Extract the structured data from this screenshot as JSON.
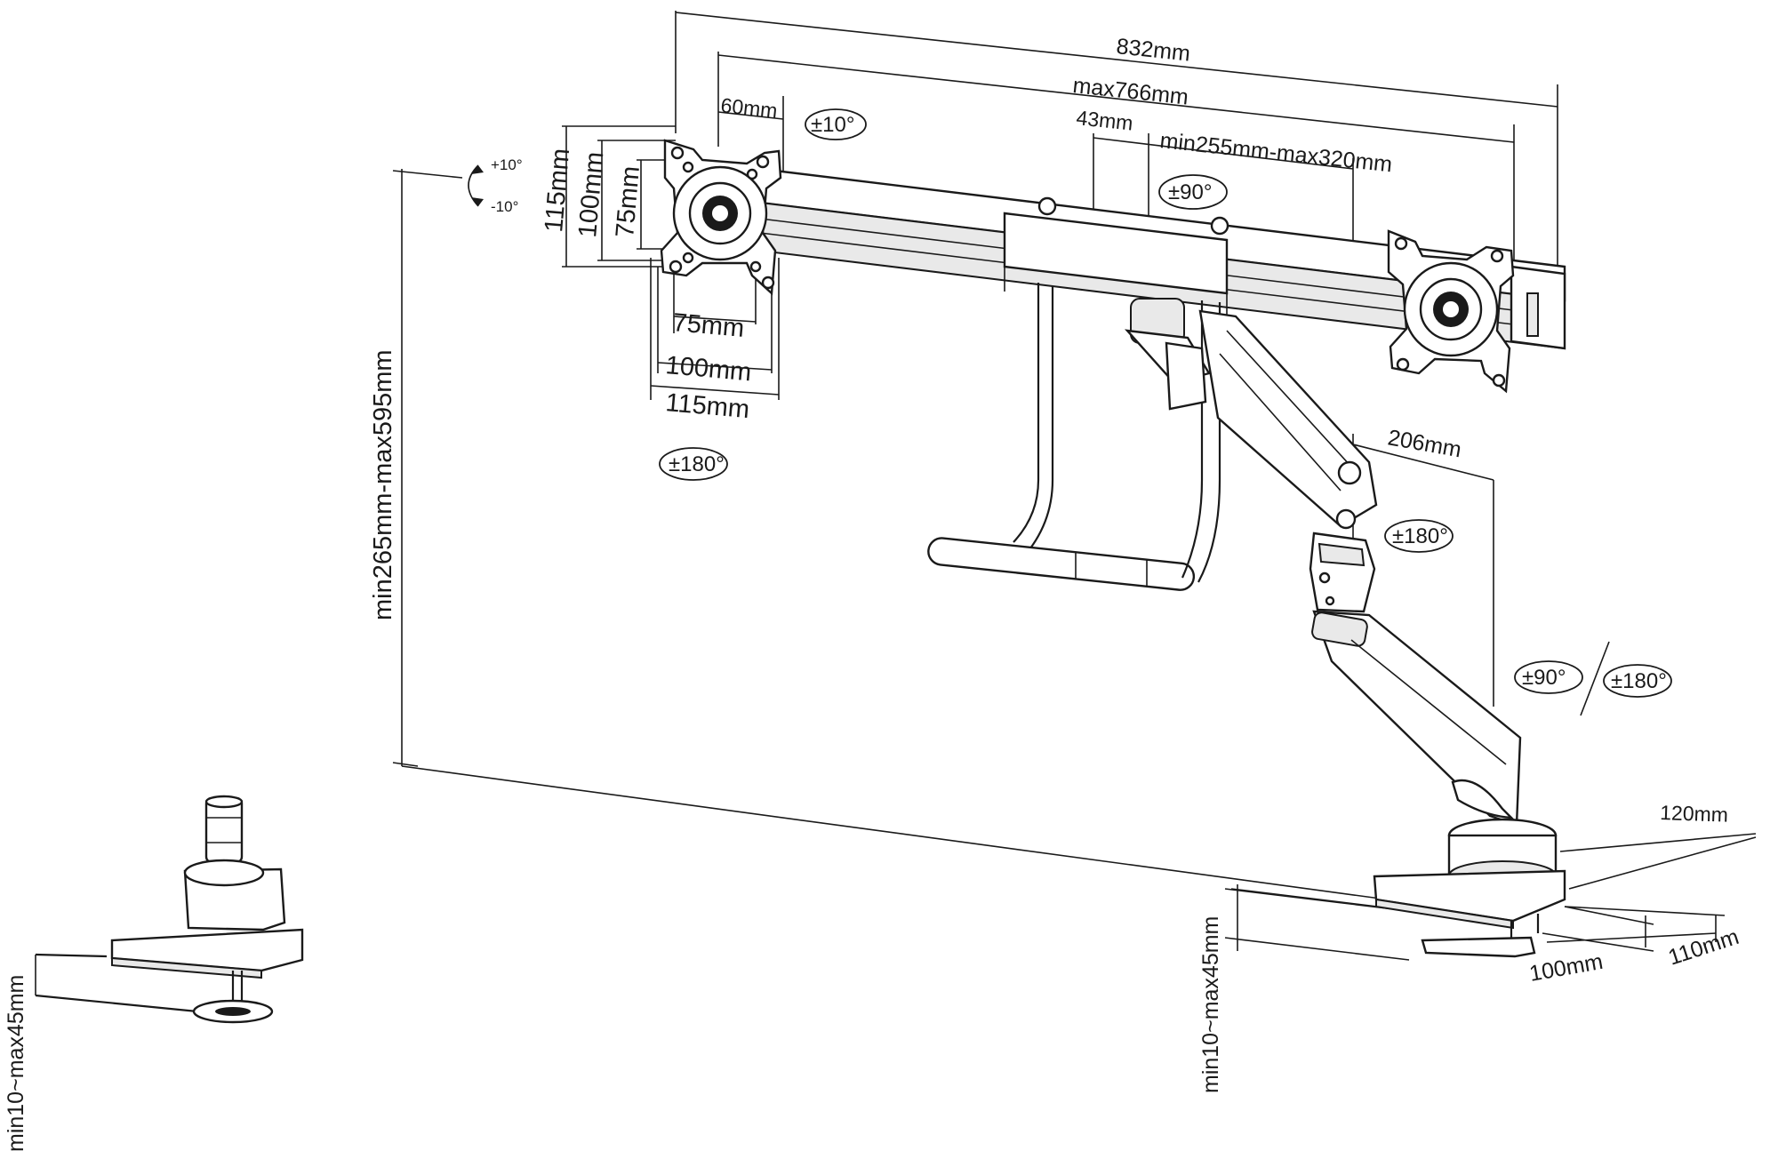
{
  "dimensions": {
    "overall_width": "832mm",
    "max_width": "max766mm",
    "plate_offset": "60mm",
    "center_gap": "43mm",
    "pole_spacing": "min255mm-max320mm",
    "vesa_h_115": "115mm",
    "vesa_h_100": "100mm",
    "vesa_h_75": "75mm",
    "vesa_w_75": "75mm",
    "vesa_w_100": "100mm",
    "vesa_w_115": "115mm",
    "arm_height": "min265mm-max595mm",
    "arm_reach": "206mm",
    "base_width": "120mm",
    "base_depth_110": "110mm",
    "base_depth_100": "100mm",
    "desk_clamp": "min10~max45mm",
    "desk_clamp_detail": "min10~max45mm"
  },
  "rotations": {
    "tilt_top": "±10°",
    "tilt_plus": "+10°",
    "tilt_minus": "-10°",
    "swivel_center": "±90°",
    "rotate_plate": "±180°",
    "rotate_arm": "±180°",
    "swivel_arm": "±90°",
    "rotate_base": "±180°"
  },
  "icons": {
    "rotation": "rotation-arrow-icon"
  }
}
